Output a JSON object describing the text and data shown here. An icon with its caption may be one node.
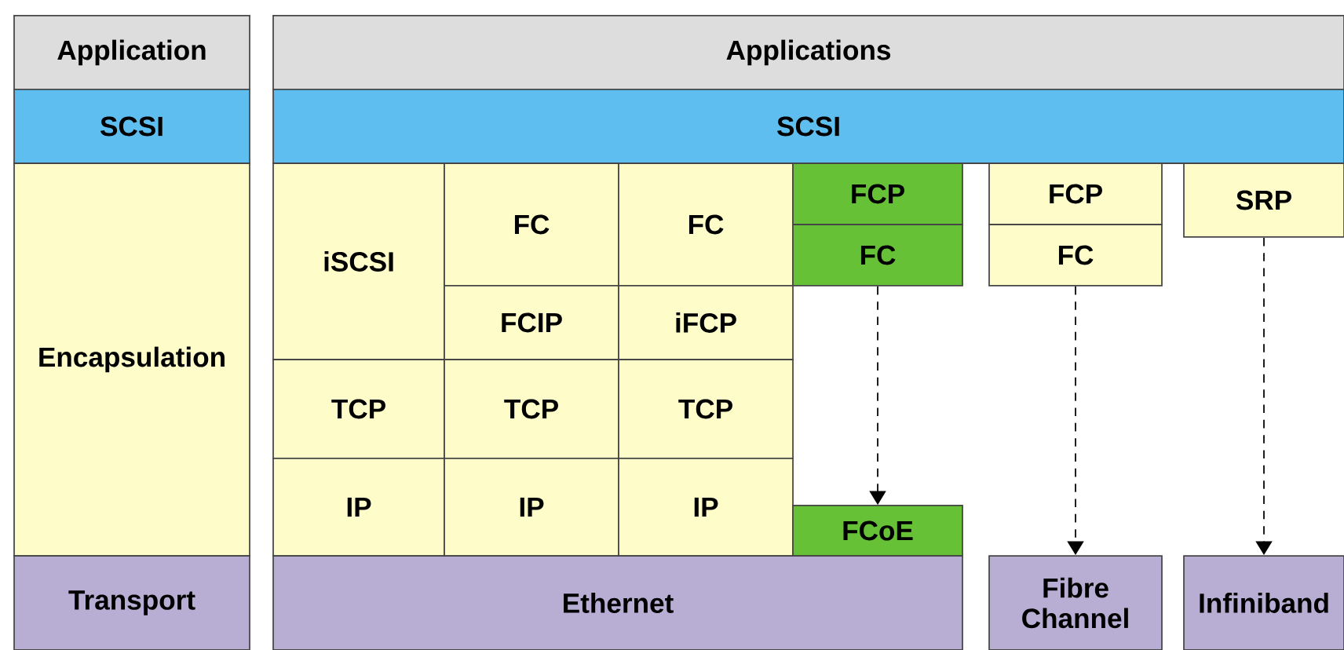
{
  "diagram": {
    "nodes": [
      {
        "text": [
          "Application"
        ]
      },
      {
        "text": [
          "SCSI"
        ]
      },
      {
        "text": [
          "Encapsulation"
        ]
      },
      {
        "text": [
          "Transport"
        ]
      },
      {
        "text": [
          "Applications"
        ]
      },
      {
        "text": [
          "SCSI"
        ]
      },
      {
        "text": [
          "iSCSI"
        ]
      },
      {
        "text": [
          "FC"
        ]
      },
      {
        "text": [
          "FC"
        ]
      },
      {
        "text": [
          "FCP"
        ]
      },
      {
        "text": [
          "FC"
        ]
      },
      {
        "text": [
          "FCP"
        ]
      },
      {
        "text": [
          "FC"
        ]
      },
      {
        "text": [
          "SRP"
        ]
      },
      {
        "text": [
          "FCIP"
        ]
      },
      {
        "text": [
          "iFCP"
        ]
      },
      {
        "text": [
          "TCP"
        ]
      },
      {
        "text": [
          "TCP"
        ]
      },
      {
        "text": [
          "TCP"
        ]
      },
      {
        "text": [
          "IP"
        ]
      },
      {
        "text": [
          "IP"
        ]
      },
      {
        "text": [
          "IP"
        ]
      },
      {
        "text": [
          "FCoE"
        ]
      },
      {
        "text": [
          "Ethernet"
        ]
      },
      {
        "text": [
          "Fibre Channel"
        ]
      },
      {
        "text": [
          "Infiniband"
        ]
      }
    ],
    "edges": [
      {
        "from": 10,
        "to": 22,
        "arrow": "to",
        "style": "dashed"
      },
      {
        "from": 12,
        "to": 24,
        "arrow": "to",
        "style": "dashed"
      },
      {
        "from": 13,
        "to": 25,
        "arrow": "to",
        "style": "dashed"
      }
    ]
  }
}
